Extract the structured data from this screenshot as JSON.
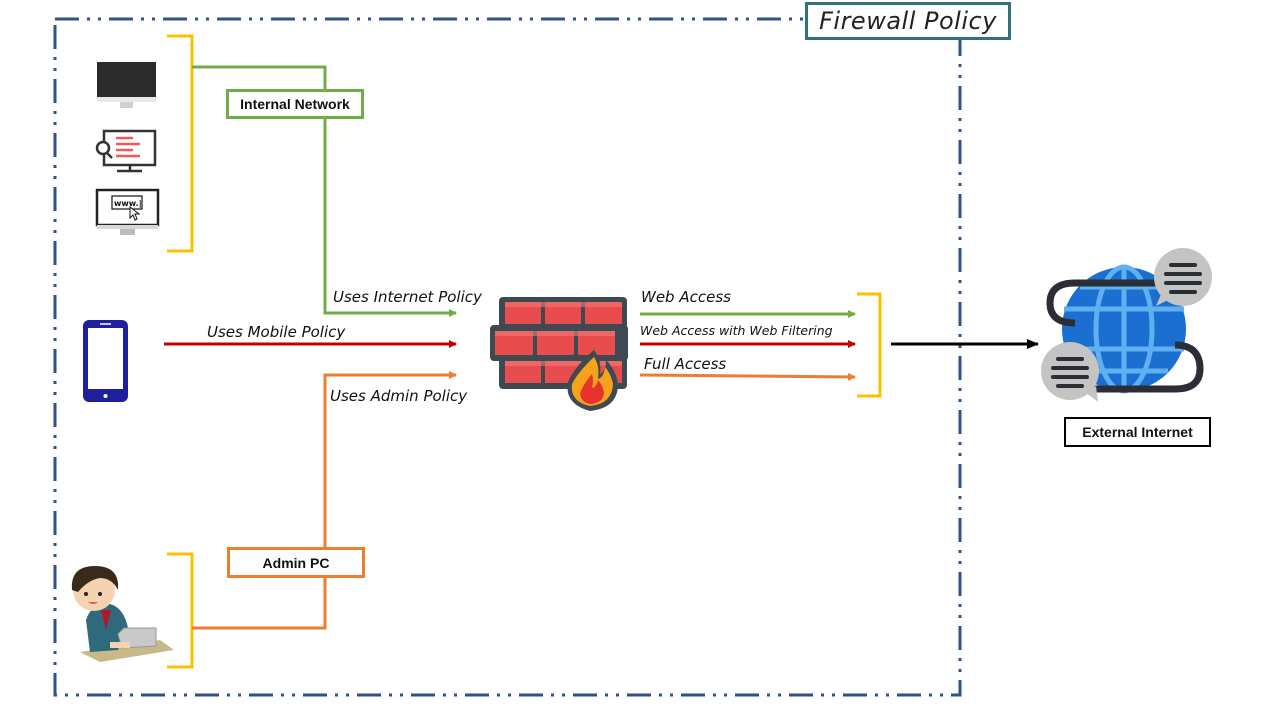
{
  "diagram": {
    "title": "Firewall Policy",
    "nodes": {
      "internal_network": "Internal Network",
      "admin_pc": "Admin PC",
      "external_internet": "External Internet"
    },
    "edges": {
      "internet_policy": "Uses Internet Policy",
      "mobile_policy": "Uses Mobile Policy",
      "admin_policy": "Uses Admin Policy",
      "web_access": "Web Access",
      "web_filtering": "Web Access with Web Filtering",
      "full_access": "Full Access"
    },
    "icons": {
      "desktop": "desktop-monitor-icon",
      "search_monitor": "search-monitor-icon",
      "browser_monitor": "www-browser-monitor-icon",
      "mobile": "mobile-phone-icon",
      "admin_user": "admin-user-laptop-icon",
      "firewall": "firewall-icon",
      "globe": "globe-chat-icon"
    },
    "colors": {
      "boundary": "#2f528f",
      "title_border": "#31707e",
      "bracket": "#ffc000",
      "internal": "#70ad47",
      "mobile": "#c00000",
      "admin": "#ed7d31",
      "external": "#000000"
    }
  }
}
